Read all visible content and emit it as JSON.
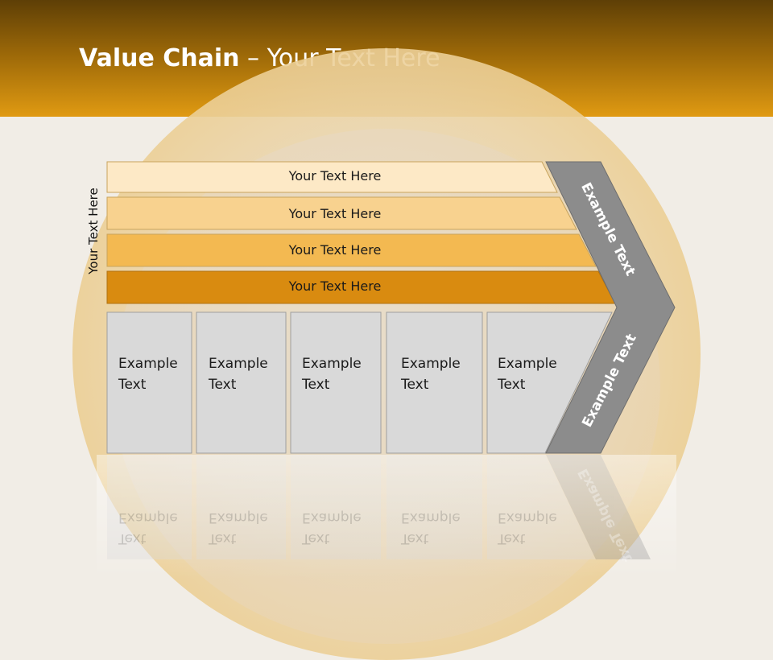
{
  "slide": {
    "title_bold": "Value Chain",
    "title_rest": " – Your Text Here",
    "side_label": "Your Text Here"
  },
  "bars": [
    {
      "label": "Your Text Here",
      "color": "#fde9c6"
    },
    {
      "label": "Your Text Here",
      "color": "#f8d28f"
    },
    {
      "label": "Your Text Here",
      "color": "#f3b951"
    },
    {
      "label": "Your Text Here",
      "color": "#d98b10"
    }
  ],
  "boxes": [
    {
      "line1": "Example",
      "line2": "Text"
    },
    {
      "line1": "Example",
      "line2": "Text"
    },
    {
      "line1": "Example",
      "line2": "Text"
    },
    {
      "line1": "Example",
      "line2": "Text"
    },
    {
      "line1": "Example",
      "line2": "Text"
    }
  ],
  "chevron": {
    "upper_text": "Example Text",
    "lower_text": "Example Text",
    "color": "#8c8c8c"
  },
  "colors": {
    "header_top": "#5e3f06",
    "header_bottom": "#e09a12",
    "box_fill": "#d9d9d9"
  }
}
